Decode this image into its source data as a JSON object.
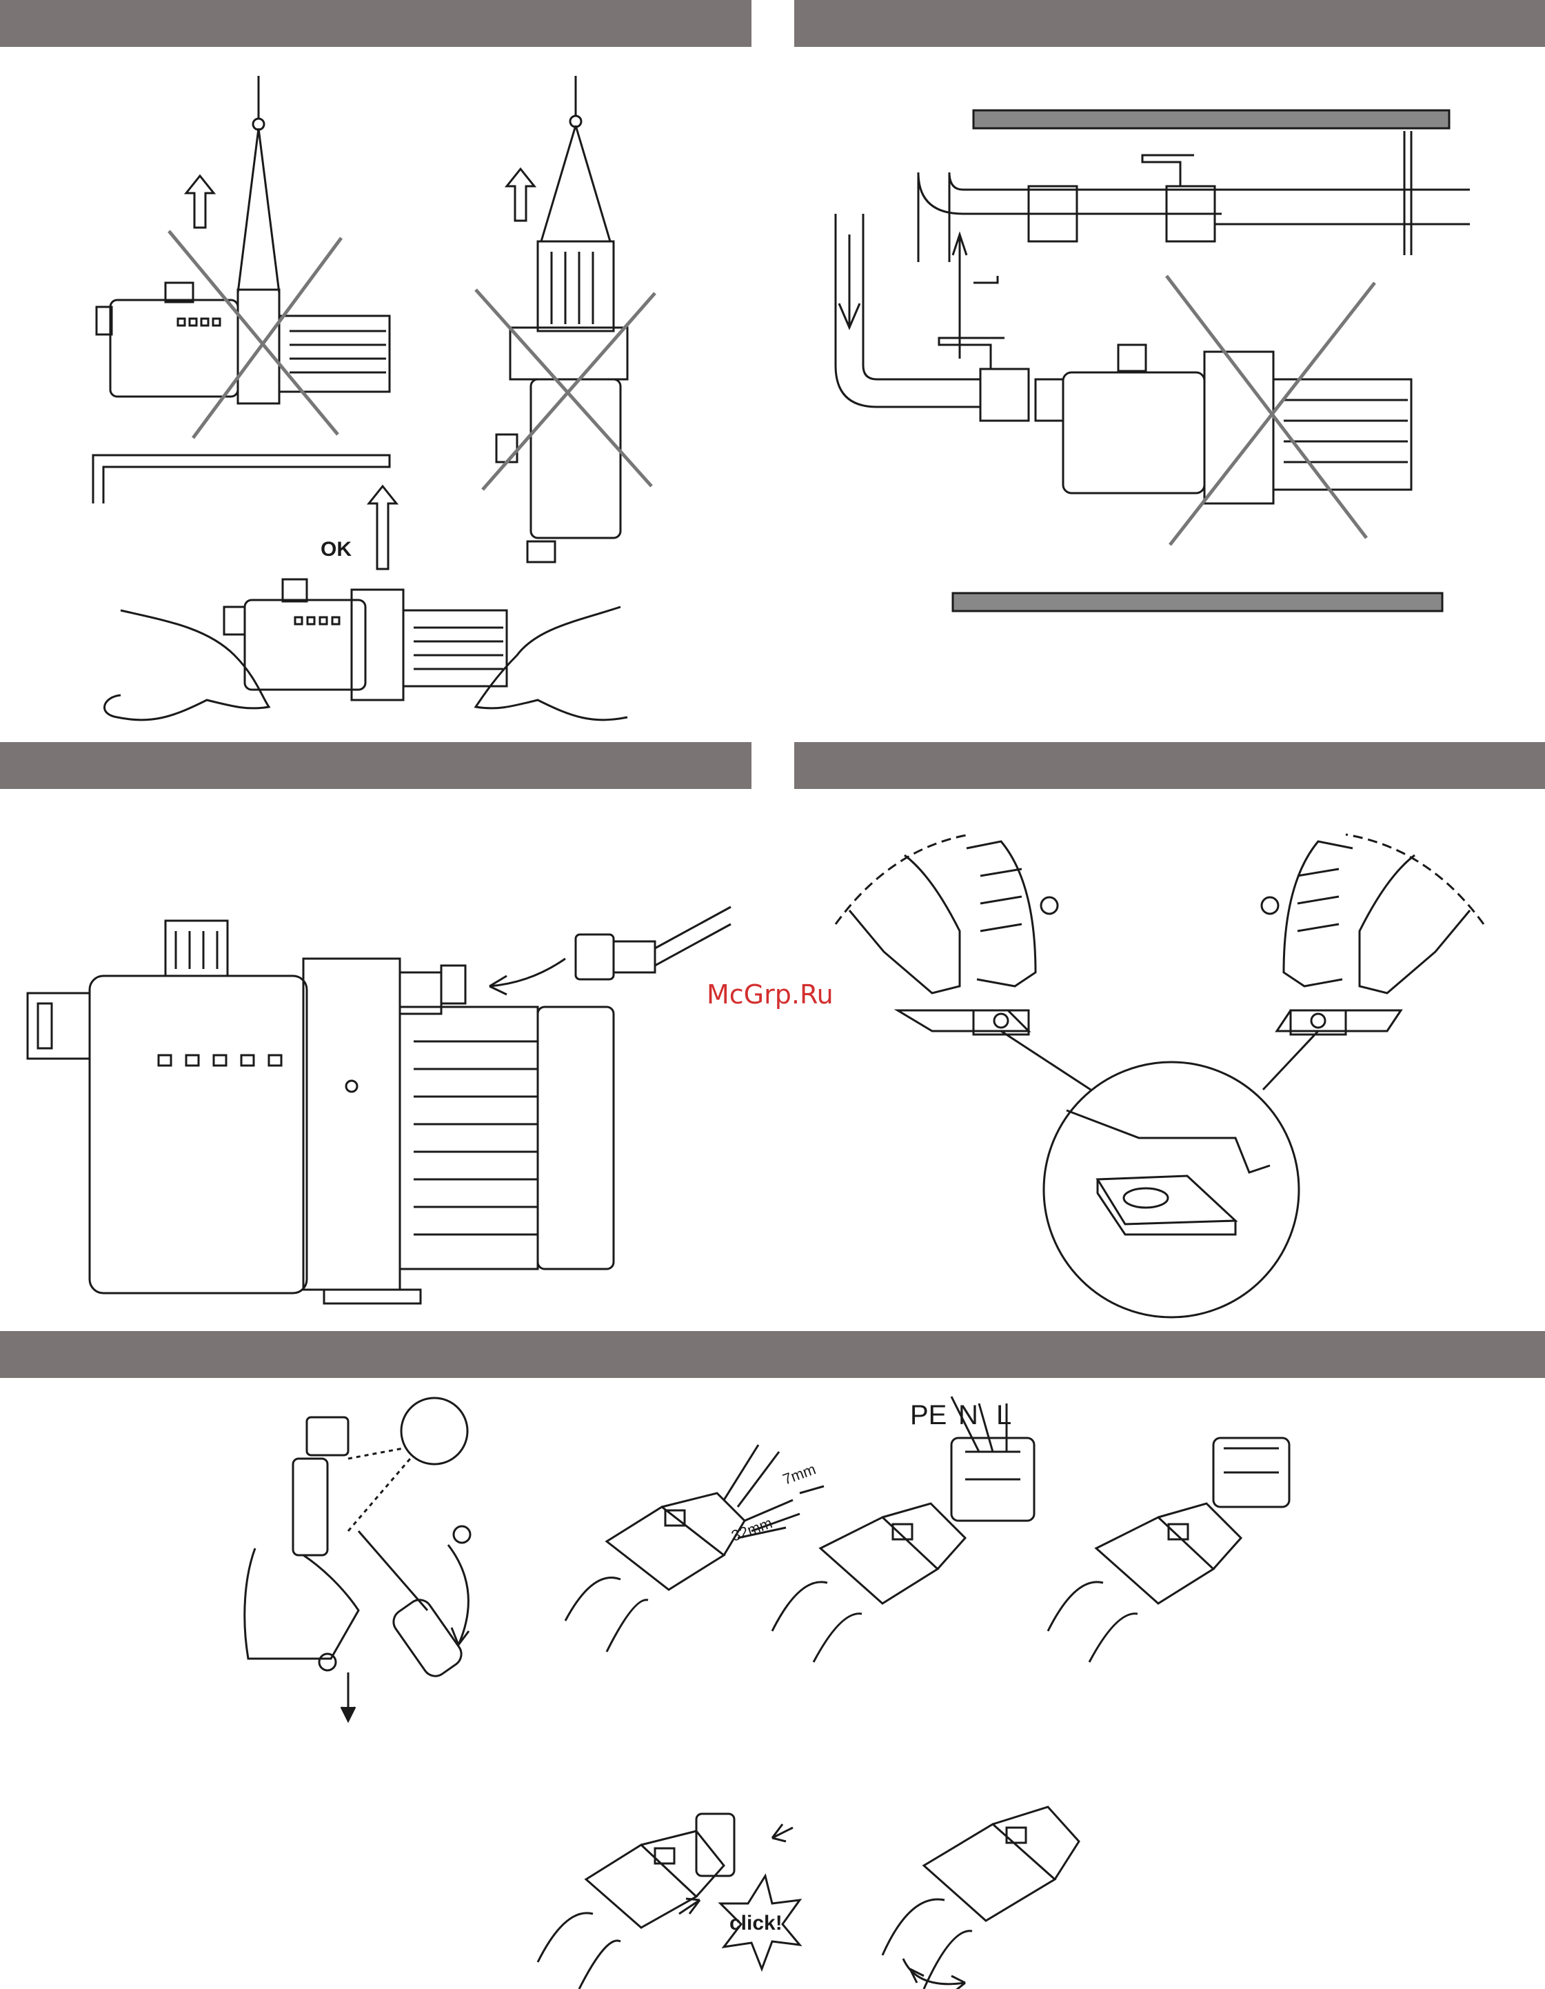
{
  "labels": {
    "ok": "OK",
    "watermark": "McGrp.Ru",
    "pe": "PE",
    "n": "N",
    "l": "L",
    "dim_7": "7mm",
    "dim_32": "32mm",
    "click": "click!"
  },
  "colors": {
    "header_bar": "#7a7574",
    "cross": "#777777",
    "line": "#1a1a1a",
    "watermark": "#d32f2f"
  }
}
